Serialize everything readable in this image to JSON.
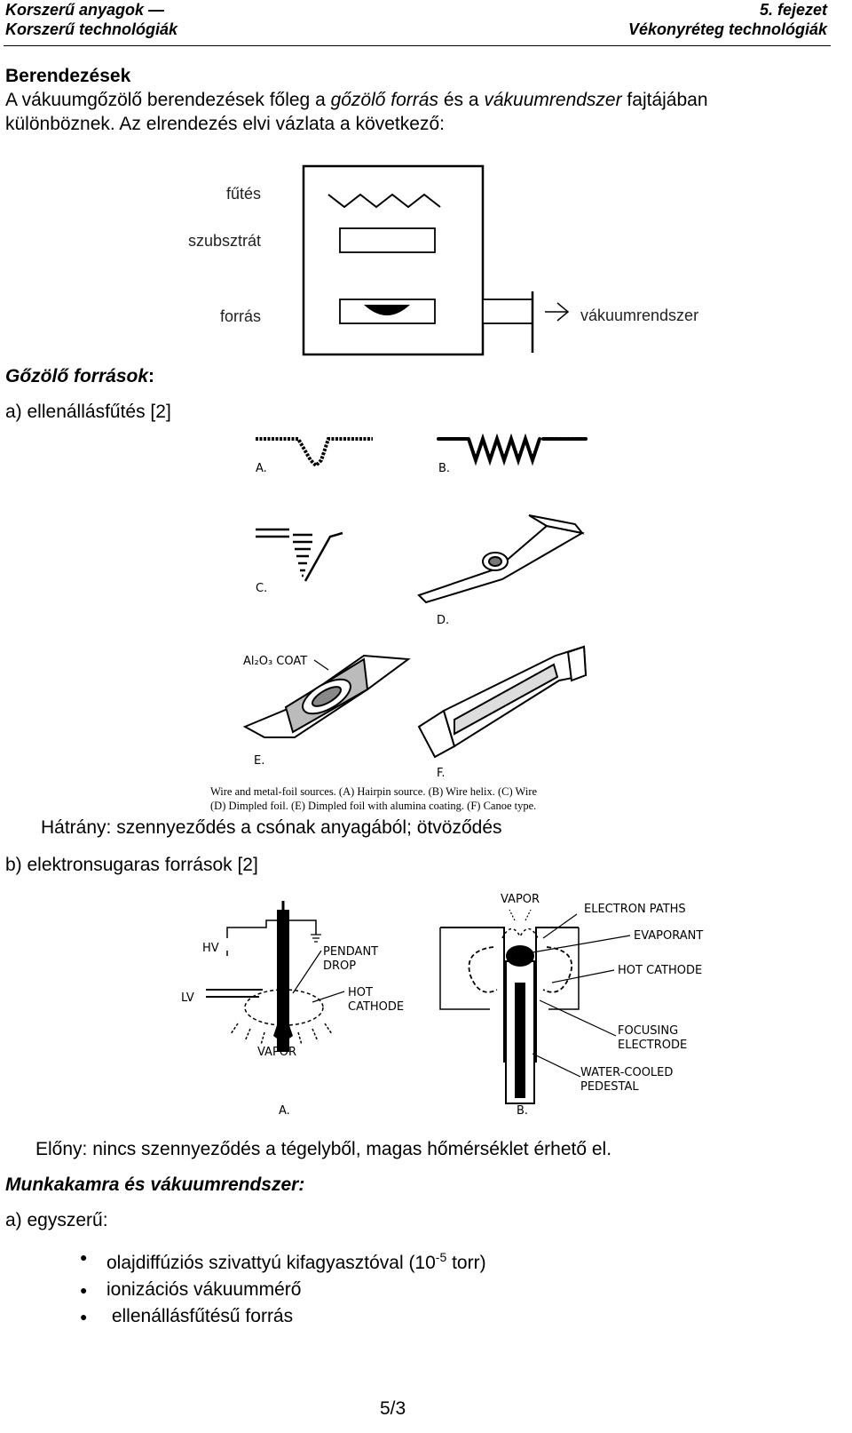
{
  "header": {
    "left_line1": "Korszerű anyagok —",
    "left_line2": "Korszerű technológiák",
    "right_line1": "5. fejezet",
    "right_line2": "Vékonyréteg technológiák"
  },
  "section_title": "Berendezések",
  "intro": {
    "part1": "A vákuumgőzölő berendezések főleg a ",
    "em1": "gőzölő forrás",
    "part2": " és a ",
    "em2": "vákuumrendszer",
    "part3": " fajtájában",
    "line2": "különböznek. Az elrendezés elvi vázlata a következő:"
  },
  "schematic": {
    "heating": "fűtés",
    "substrate": "szubsztrát",
    "source": "forrás",
    "vacuum": "vákuumrendszer"
  },
  "sources_heading": {
    "title": "Gőzölő források",
    "colon": ":"
  },
  "item_a": "a)  ellenállásfűtés [2]",
  "resistive_figure": {
    "labels": [
      "A.",
      "B.",
      "C.",
      "D.",
      "E.",
      "F."
    ],
    "coat": "Al₂O₃ COAT",
    "caption_line1": "Wire and metal-foil sources. (A) Hairpin source. (B) Wire helix. (C) Wire",
    "caption_line2": "(D) Dimpled foil. (E) Dimpled foil with alumina coating. (F) Canoe type."
  },
  "disadvantage": "Hátrány: szennyeződés a csónak anyagából; ötvöződés",
  "item_b": "b)  elektronsugaras források [2]",
  "ebeam_figure": {
    "hv": "HV",
    "lv": "LV",
    "pendant_drop": [
      "PENDANT",
      "DROP"
    ],
    "hot_cathode_a": [
      "HOT",
      "CATHODE"
    ],
    "vapor_a": "VAPOR",
    "vapor_b": "VAPOR",
    "electron_paths": "ELECTRON PATHS",
    "evaporant": "EVAPORANT",
    "hot_cathode_b": "HOT CATHODE",
    "focusing": [
      "FOCUSING",
      "ELECTRODE"
    ],
    "pedestal": [
      "WATER-COOLED",
      "PEDESTAL"
    ],
    "label_a": "A.",
    "label_b": "B."
  },
  "advantage": "Előny: nincs szennyeződés a tégelyből, magas hőmérséklet érhető el.",
  "chamber_heading": "Munkakamra és vákuumrendszer:",
  "simple": "a) egyszerű:",
  "bullets": {
    "b1_pre": "olajdiffúziós szivattyú kifagyasztóval (10",
    "b1_sup": "-5",
    "b1_post": " torr)",
    "b2": "ionizációs vákuummérő",
    "b3": " ellenállásfűtésű forrás"
  },
  "page_number": "5/3"
}
